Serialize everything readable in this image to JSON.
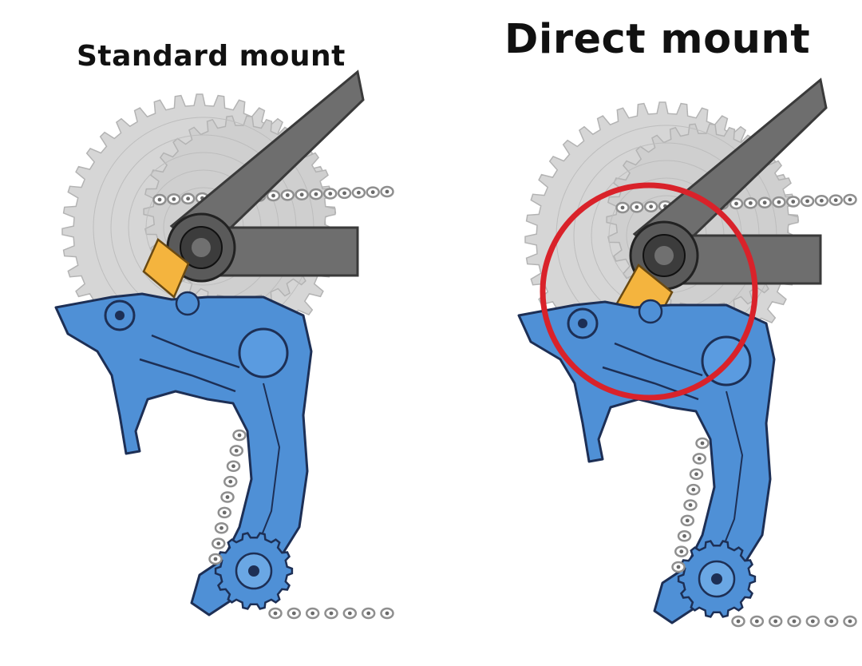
{
  "panels": [
    {
      "title": "Standard mount",
      "hanger": "standard",
      "highlighted": false
    },
    {
      "title": "Direct mount",
      "hanger": "direct",
      "highlighted": true
    }
  ],
  "colors": {
    "frame": "#6e6e6e",
    "frame_outline": "#3a3a3a",
    "cassette": "#d6d6d6",
    "cassette_outline": "#b3b3b3",
    "derailleur": "#4f90d6",
    "derailleur_outline": "#1d2f55",
    "hanger": "#f4b43e",
    "hanger_outline": "#6a4a12",
    "chain": "#8f8f8f",
    "highlight_ring": "#d9222a"
  }
}
